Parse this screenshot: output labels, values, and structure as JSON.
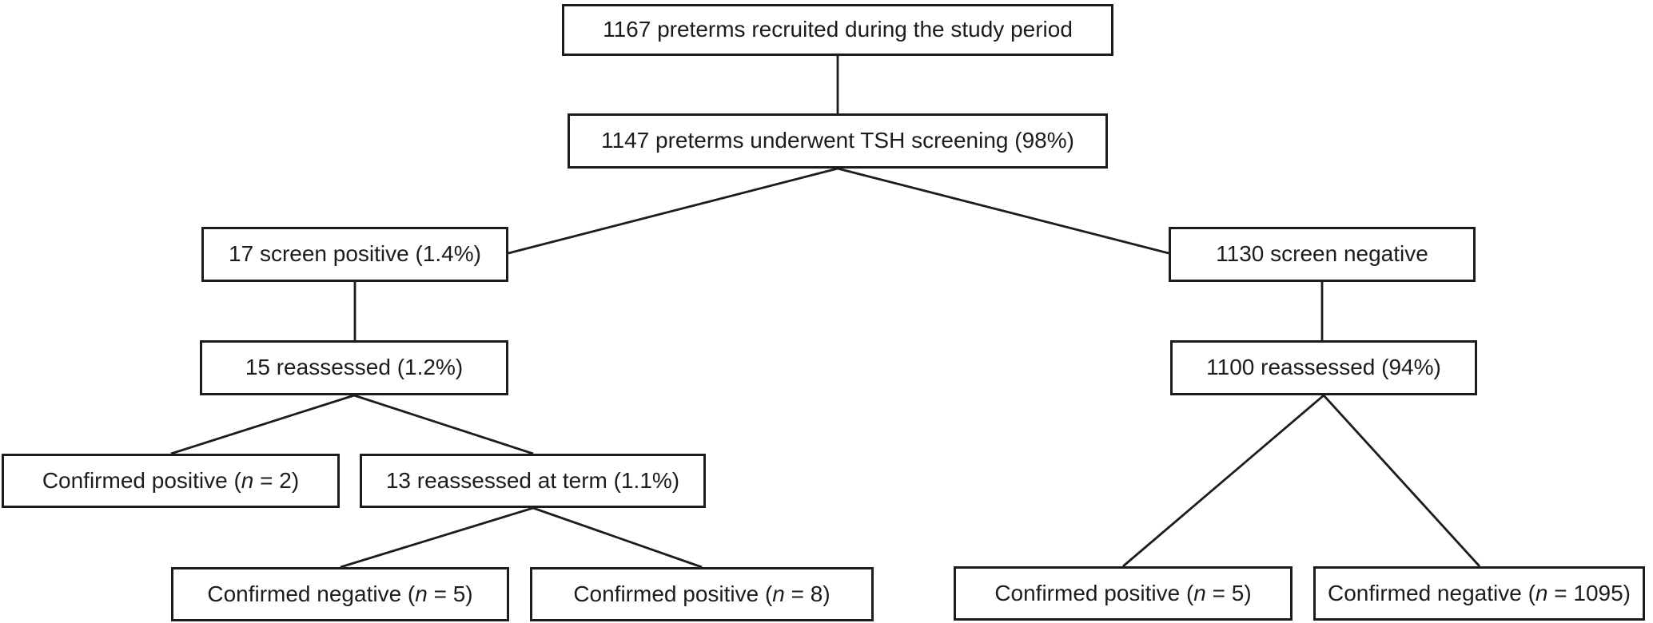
{
  "diagram": {
    "type": "flowchart",
    "description": "Study recruitment and TSH screening outcome flow diagram for preterms",
    "colors": {
      "background": "#ffffff",
      "box_border": "#1c1c1c",
      "text": "#1c1c1c",
      "line": "#1c1c1c"
    },
    "nodes": [
      {
        "id": "recruited",
        "label": "1167 preterms recruited during the study period"
      },
      {
        "id": "screened",
        "label": "1147 preterms underwent TSH screening (98%)"
      },
      {
        "id": "screen_positive",
        "label": "17 screen positive (1.4%)"
      },
      {
        "id": "screen_negative",
        "label": "1130 screen negative"
      },
      {
        "id": "reassessed_pos",
        "label": "15 reassessed (1.2%)"
      },
      {
        "id": "reassessed_neg",
        "label": "1100 reassessed (94%)"
      },
      {
        "id": "confirmed_pos_2",
        "pre": "Confirmed positive (",
        "var": "n",
        "post": " = 2)"
      },
      {
        "id": "reassessed_term",
        "label": "13 reassessed at term (1.1%)"
      },
      {
        "id": "confirmed_neg_5",
        "pre": "Confirmed negative (",
        "var": "n",
        "post": " = 5)"
      },
      {
        "id": "confirmed_pos_8",
        "pre": "Confirmed positive (",
        "var": "n",
        "post": " = 8)"
      },
      {
        "id": "confirmed_pos_5",
        "pre": "Confirmed positive (",
        "var": "n",
        "post": " = 5)"
      },
      {
        "id": "confirmed_neg_1095",
        "pre": "Confirmed negative (",
        "var": "n",
        "post": " = 1095)"
      }
    ],
    "edges": [
      {
        "from": "recruited",
        "to": "screened"
      },
      {
        "from": "screened",
        "to": "screen_positive"
      },
      {
        "from": "screened",
        "to": "screen_negative"
      },
      {
        "from": "screen_positive",
        "to": "reassessed_pos"
      },
      {
        "from": "screen_negative",
        "to": "reassessed_neg"
      },
      {
        "from": "reassessed_pos",
        "to": "confirmed_pos_2"
      },
      {
        "from": "reassessed_pos",
        "to": "reassessed_term"
      },
      {
        "from": "reassessed_term",
        "to": "confirmed_neg_5"
      },
      {
        "from": "reassessed_term",
        "to": "confirmed_pos_8"
      },
      {
        "from": "reassessed_neg",
        "to": "confirmed_pos_5"
      },
      {
        "from": "reassessed_neg",
        "to": "confirmed_neg_1095"
      }
    ]
  }
}
